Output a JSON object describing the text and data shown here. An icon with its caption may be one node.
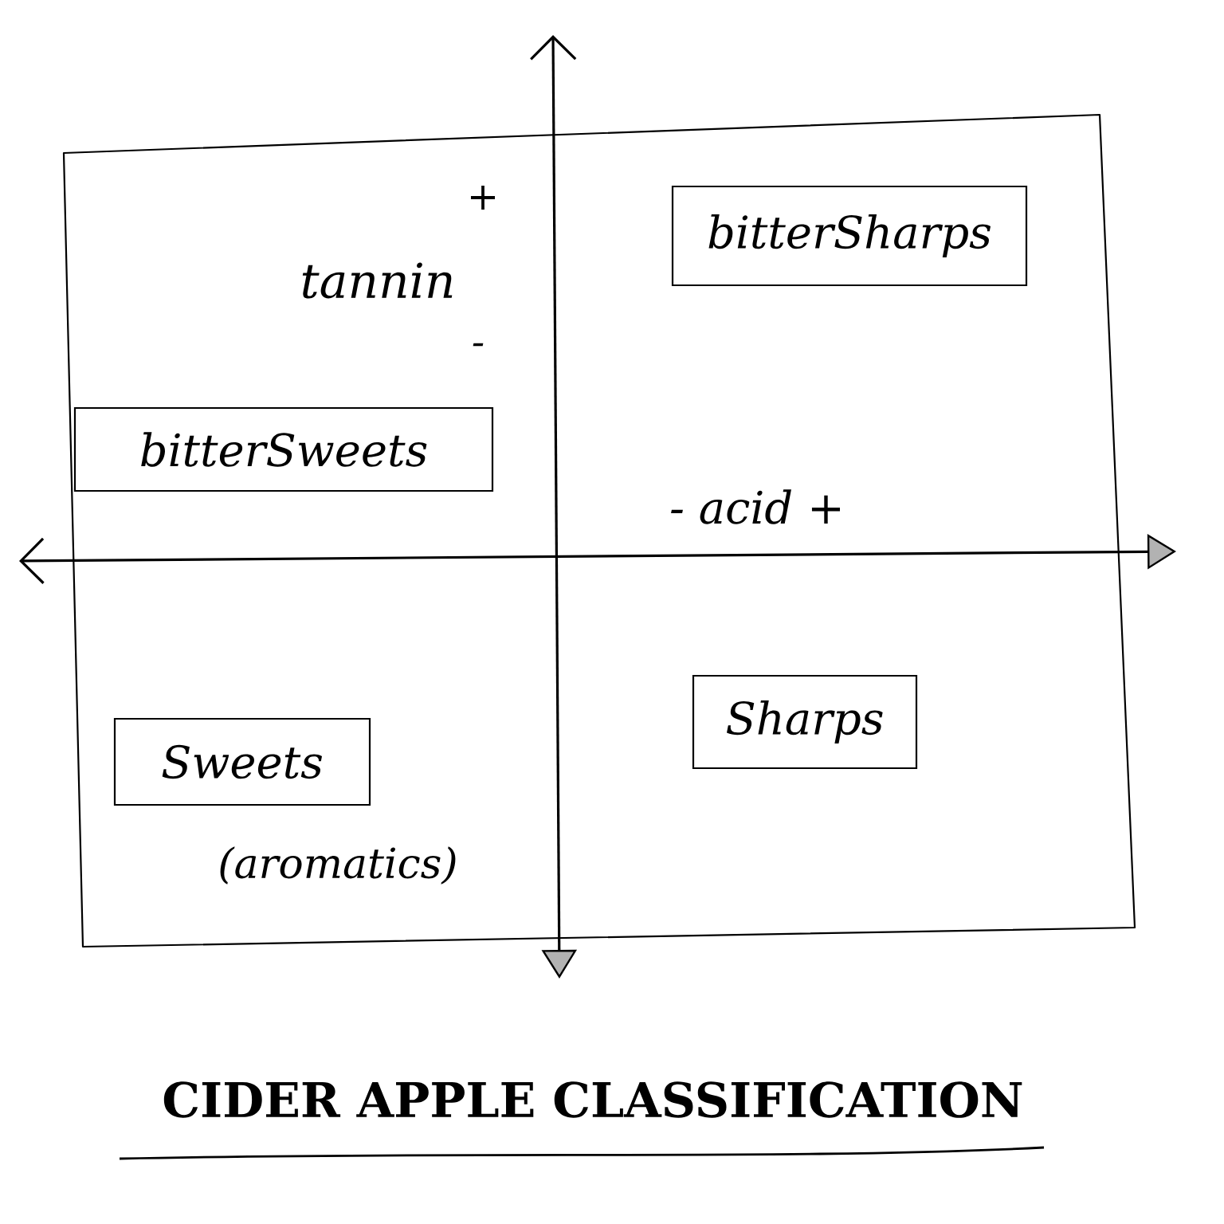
{
  "diagram": {
    "title": "CIDER APPLE CLASSIFICATION",
    "nodes": [
      {
        "text": [
          "bitterSharps"
        ]
      },
      {
        "text": [
          "bitterSweets"
        ]
      },
      {
        "text": [
          "Sharps"
        ]
      },
      {
        "text": [
          "Sweets"
        ],
        "beside": [
          "(aromatics)"
        ]
      }
    ],
    "labels": [
      "+",
      "tannin",
      "-",
      "- acid +"
    ]
  }
}
